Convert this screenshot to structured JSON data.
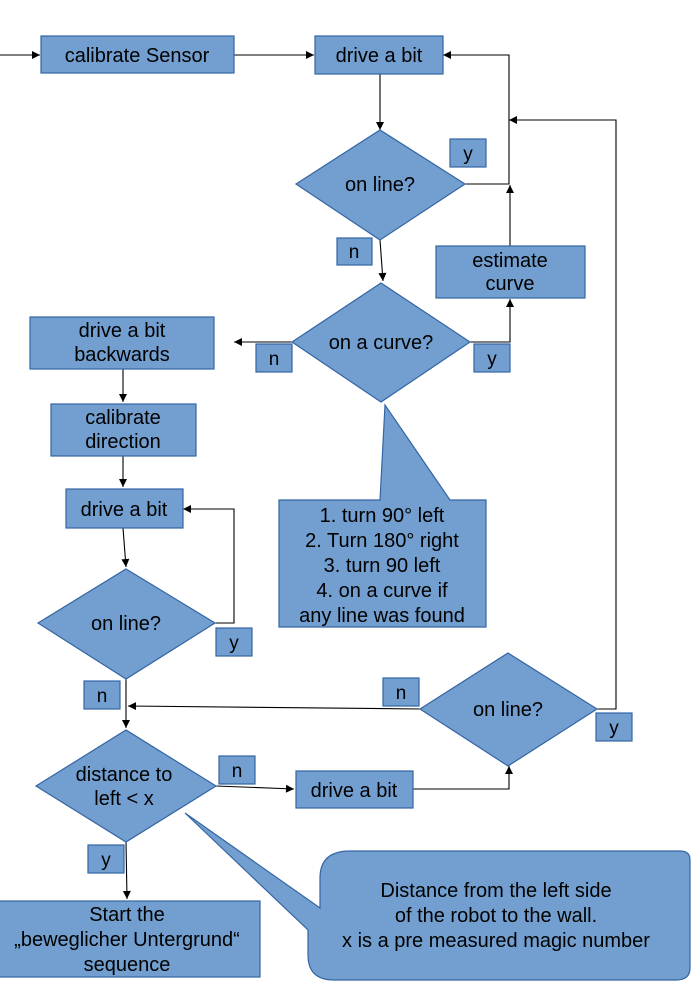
{
  "nodes": {
    "calibrate_sensor": "calibrate Sensor",
    "drive_top": "drive a bit",
    "online_1": "on line?",
    "estimate_curve": [
      "estimate",
      "curve"
    ],
    "on_curve": "on a curve?",
    "drive_back": [
      "drive a bit",
      "backwards"
    ],
    "calibrate_dir": [
      "calibrate",
      "direction"
    ],
    "drive_mid": "drive a bit",
    "online_2": "on line?",
    "online_3": "on line?",
    "distance": [
      "distance to",
      "left < x"
    ],
    "drive_bottom": "drive a bit",
    "start_seq": [
      "Start the",
      "„beweglicher Untergrund“",
      "sequence"
    ]
  },
  "callouts": {
    "curve_steps": [
      "1. turn 90° left",
      "2. Turn 180° right",
      "3. turn 90 left",
      "4. on a curve if",
      "any line was found"
    ],
    "distance_note": [
      "Distance from the left side",
      "of the robot to the wall.",
      "x is a pre measured magic number"
    ]
  },
  "labels": {
    "yes": "y",
    "no": "n"
  }
}
